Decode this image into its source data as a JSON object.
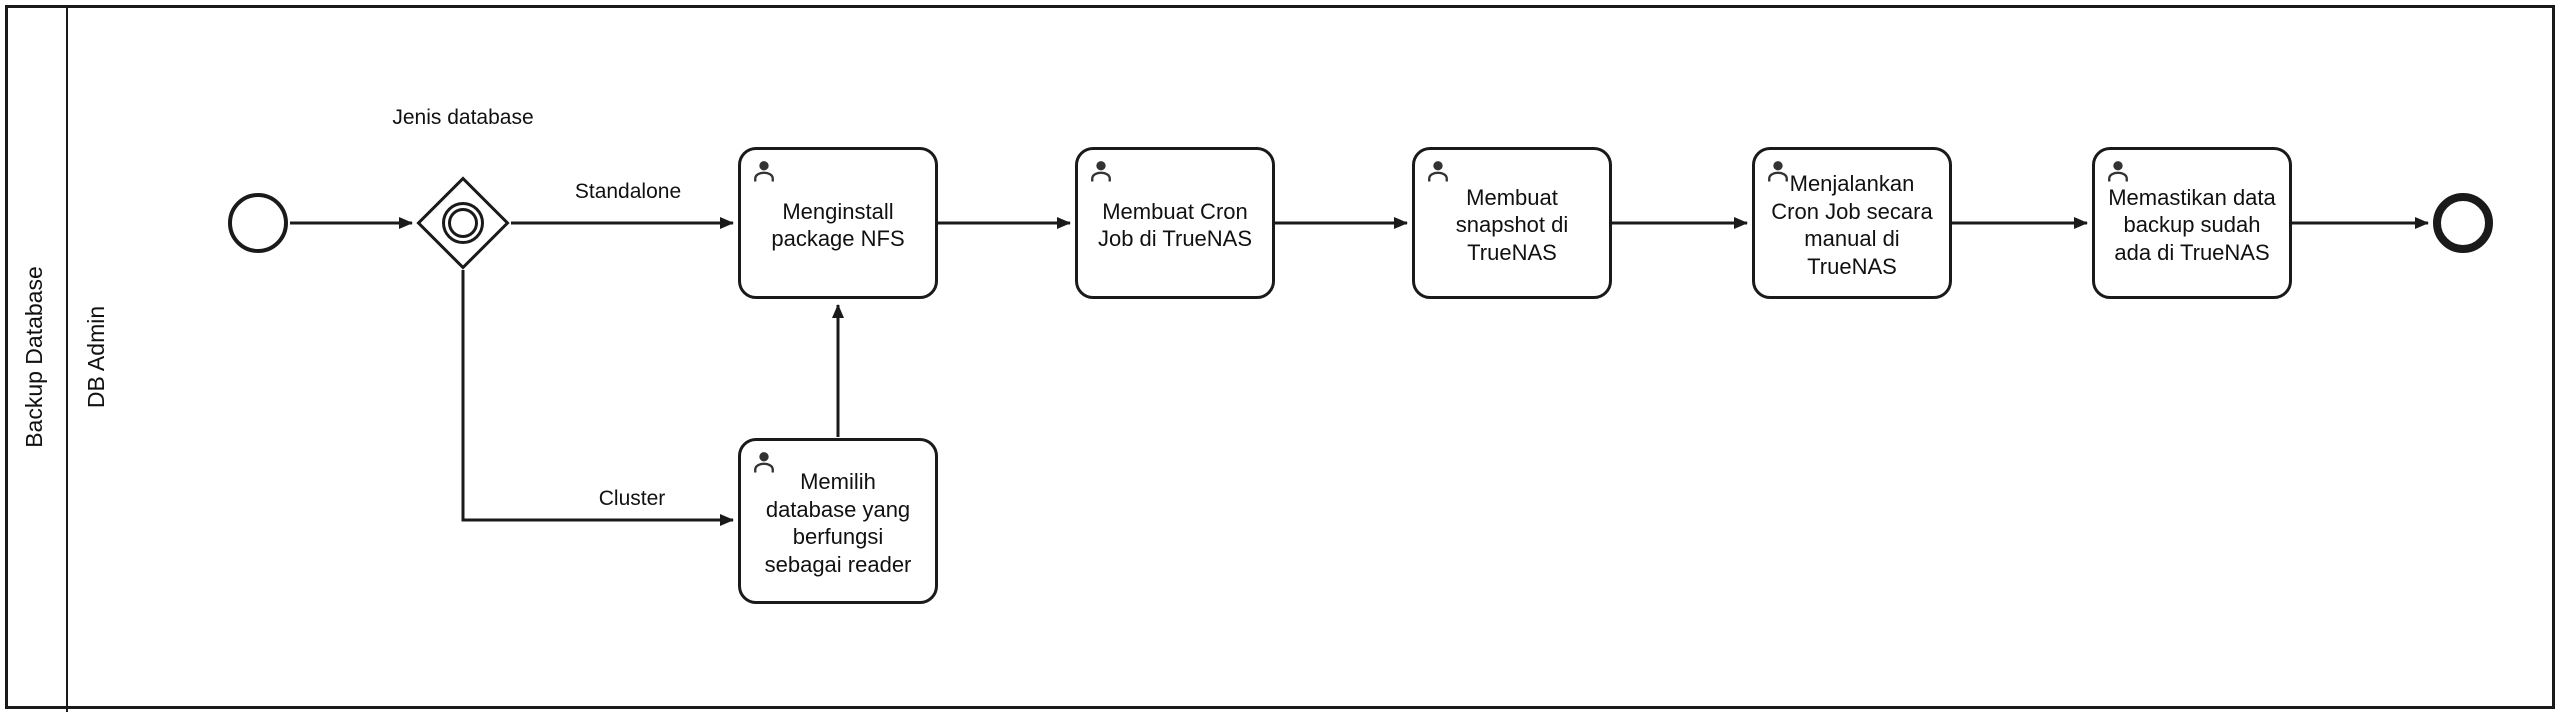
{
  "diagram": {
    "pool_label": "Backup Database",
    "lane_label": "DB Admin",
    "gateway_label": "Jenis database",
    "flow_labels": {
      "standalone": "Standalone",
      "cluster": "Cluster"
    },
    "tasks": [
      {
        "label": "Menginstall package NFS",
        "type": "user-task"
      },
      {
        "label": "Membuat Cron Job di TrueNAS",
        "type": "user-task"
      },
      {
        "label": "Membuat snapshot di TrueNAS",
        "type": "user-task"
      },
      {
        "label": "Menjalankan Cron Job secara manual di TrueNAS",
        "type": "user-task"
      },
      {
        "label": "Memastikan data backup sudah ada di TrueNAS",
        "type": "user-task"
      },
      {
        "label": "Memilih database yang berfungsi sebagai reader",
        "type": "user-task"
      }
    ],
    "colors": {
      "stroke": "#1a1a1a",
      "background": "#ffffff"
    }
  }
}
